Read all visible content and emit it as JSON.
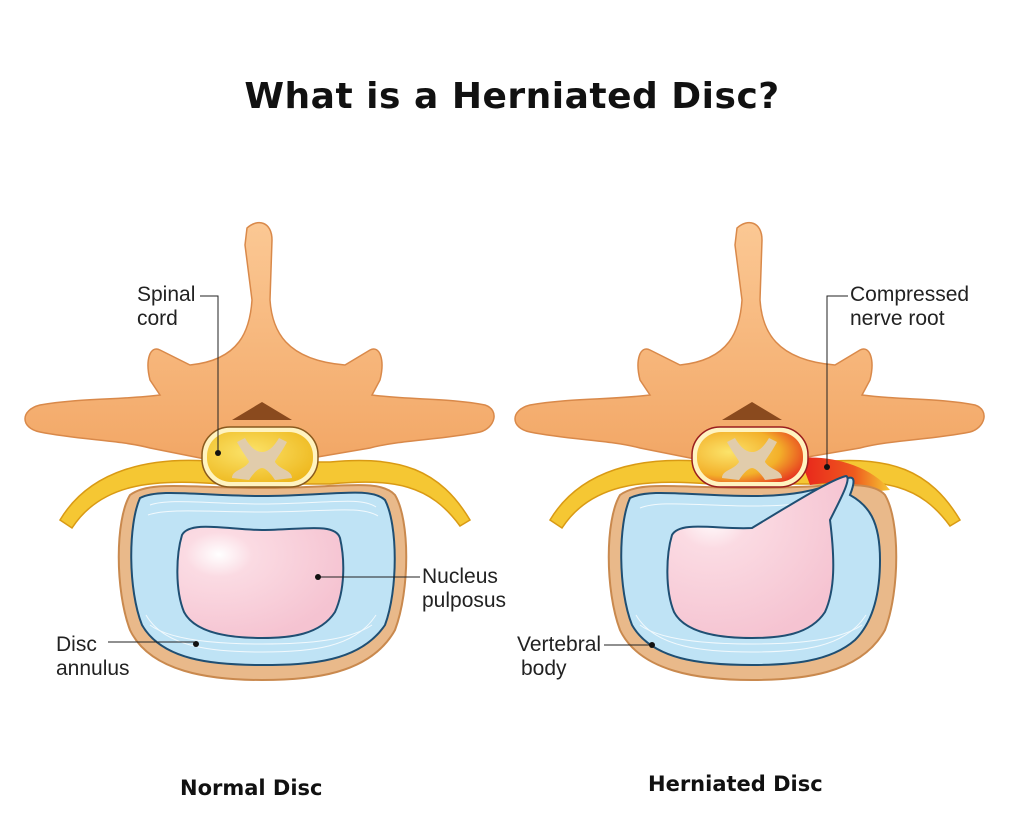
{
  "title": "What is a Herniated Disc?",
  "panels": [
    {
      "caption": "Normal Disc",
      "labels": {
        "spinal_cord": [
          "Spinal",
          "cord"
        ],
        "nucleus": [
          "Nucleus",
          "pulposus"
        ],
        "annulus": [
          "Disc",
          "annulus"
        ]
      }
    },
    {
      "caption": "Herniated Disc",
      "labels": {
        "nerve": [
          "Compressed",
          "nerve root"
        ],
        "vertebral": [
          "Vertebral",
          "body"
        ]
      }
    }
  ],
  "colors": {
    "bone": "#f6b27a",
    "bone_dark": "#e8914a",
    "nerve": "#f5c733",
    "disc_outer": "#e9b98a",
    "annulus": "#bfe3f5",
    "nucleus": "#f7c9d6",
    "inflamed": "#e8231c"
  }
}
